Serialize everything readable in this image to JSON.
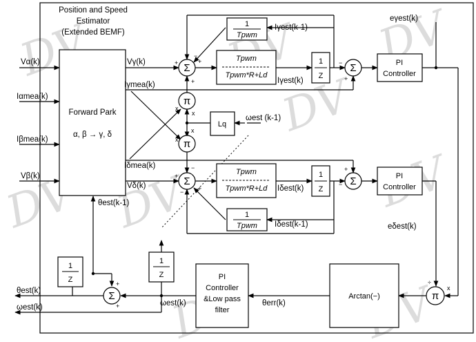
{
  "watermark": "DV",
  "estimator": {
    "title": [
      "Position and Speed",
      "Estimator",
      "(Extended BEMF)"
    ],
    "block_name": "Forward Park",
    "transform": "α, β → γ, δ"
  },
  "inputs": {
    "v_alpha": "Vα(k)",
    "i_alpha": "Iαmea(k)",
    "i_beta": "Iβmea(k)",
    "v_beta": "Vβ(k)"
  },
  "signals": {
    "v_gamma": "Vγ(k)",
    "i_gamma_mea": "Iγmea(k)",
    "i_delta_mea": "Iδmea(k)",
    "v_delta": "Vδ(k)",
    "i_gamma_est_prev": "Iγest(k-1)",
    "i_gamma_est": "Iγest(k)",
    "e_gamma_est": "eγest(k)",
    "i_delta_est": "Iδest(k)",
    "i_delta_est_prev": "Iδest(k-1)",
    "e_delta_est": "eδest(k)",
    "omega_est_prev": "ωest (k-1)",
    "theta_est_prev": "θest(k-1)",
    "theta_err": "θerr(k)",
    "omega_est_inner": "ωest(k)",
    "theta_est_out": "θest(k)",
    "omega_est_out": "ωest(k)"
  },
  "blocks": {
    "one": "1",
    "tpwm": "Tpwm",
    "plant_den": "Tpwm*R+Ld",
    "z": "Z",
    "pi_controller": [
      "PI",
      "Controller"
    ],
    "lq": "Lq",
    "pi_lowpass": [
      "PI",
      "Controller",
      "&Low pass",
      "filter"
    ],
    "arctan": "Arctan(−)",
    "pi_symbol": "π",
    "sum_symbol": "Σ"
  },
  "signs": {
    "plus": "+",
    "minus": "−",
    "times": "x",
    "divide": "÷"
  }
}
